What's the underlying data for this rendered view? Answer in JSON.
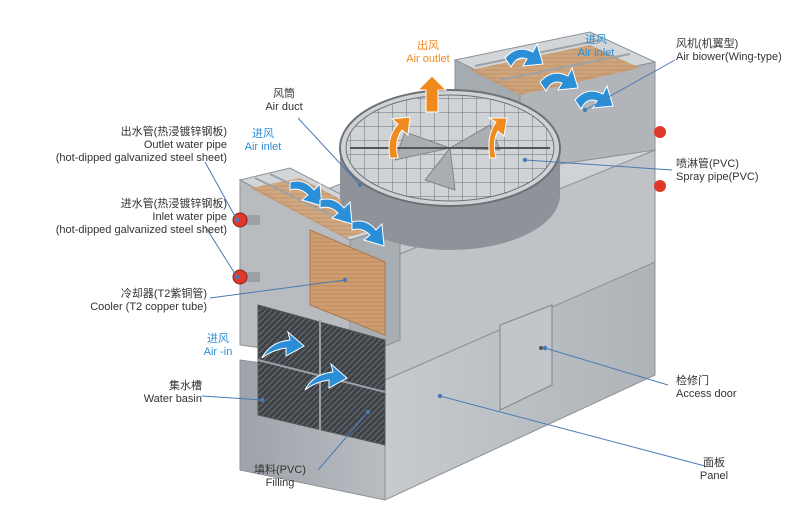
{
  "colors": {
    "air_in": "#2a8fd6",
    "air_out": "#f08a1c",
    "pipe_valve": "#e0392b",
    "steel": "#b4b8bd",
    "cooler": "#c99a6e",
    "leader": "#4a7ab5"
  },
  "labels": {
    "fan": {
      "cn": "风机(机翼型)",
      "en": "Air biower(Wing-type)"
    },
    "air_inlet_top": {
      "cn": "进风",
      "en": "Air inlet"
    },
    "air_outlet": {
      "cn": "出风",
      "en": "Air outlet"
    },
    "air_duct": {
      "cn": "风筒",
      "en": "Air duct"
    },
    "outlet_pipe": {
      "cn": "出水管(热浸镀锌钢板)",
      "en": "Outlet water pipe",
      "en2": "(hot-dipped galvanized steel sheet)"
    },
    "air_inlet_left": {
      "cn": "进风",
      "en": "Air inlet"
    },
    "spray_pipe": {
      "cn": "喷淋管(PVC)",
      "en": "Spray pipe(PVC)"
    },
    "inlet_pipe": {
      "cn": "进水管(热浸镀锌钢板)",
      "en": "Inlet water pipe",
      "en2": "(hot-dipped galvanized steel sheet)"
    },
    "cooler": {
      "cn": "冷却器(T2紫铜管)",
      "en": "Cooler (T2 copper tube)"
    },
    "air_in_lower": {
      "cn": "进风",
      "en": "Air -in"
    },
    "water_basin": {
      "cn": "集水槽",
      "en": "Water basin"
    },
    "access_door": {
      "cn": "检修门",
      "en": "Access door"
    },
    "panel": {
      "cn": "面板",
      "en": "Panel"
    },
    "filling": {
      "cn": "填料(PVC)",
      "en": "Filling"
    }
  }
}
